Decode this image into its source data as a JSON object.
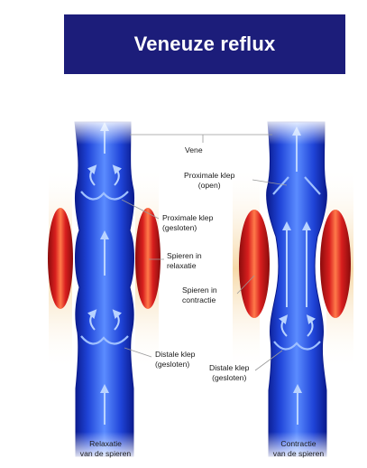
{
  "title": "Veneuze reflux",
  "labels": {
    "vene": "Vene",
    "proximale_klep_open": [
      "Proximale klep",
      "(open)"
    ],
    "proximale_klep_gesloten": [
      "Proximale klep",
      "(gesloten)"
    ],
    "spieren_in_relaxatie": [
      "Spieren in",
      "relaxatie"
    ],
    "spieren_in_contractie": [
      "Spieren in",
      "contractie"
    ],
    "distale_klep_gesloten_left": [
      "Distale klep",
      "(gesloten)"
    ],
    "distale_klep_gesloten_right": [
      "Distale klep",
      "(gesloten)"
    ],
    "relaxatie_caption": [
      "Relaxatie",
      "van de spieren"
    ],
    "contractie_caption": [
      "Contractie",
      "van de spieren"
    ]
  },
  "colors": {
    "title_bar": "#1c1d7a",
    "vein_dark": "#0a1a8c",
    "vein_mid": "#1f44d8",
    "vein_light": "#5b8cff",
    "muscle_red": "#d81e1e",
    "muscle_dark": "#8a0c0c",
    "muscle_light": "#ff8a5a",
    "skin": "#f6d9a8",
    "leader_line": "#9a9a9a"
  }
}
